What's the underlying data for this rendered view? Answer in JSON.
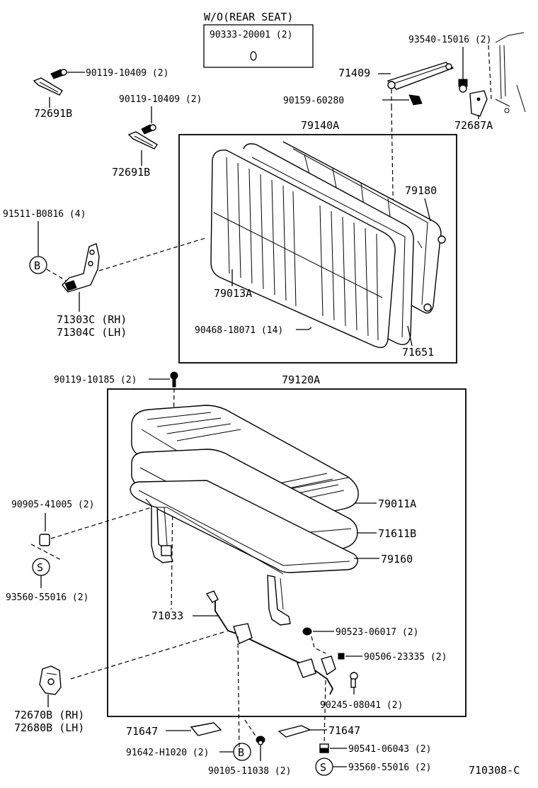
{
  "wo_box": {
    "title": "W/O(REAR SEAT)",
    "part": "90333-20001 (2)"
  },
  "groups": {
    "seatback": "79140A",
    "cushion": "79120A"
  },
  "labels": {
    "p90119_10409_a": "90119-10409 (2)",
    "p72691b_a": "72691B",
    "p90119_10409_b": "90119-10409 (2)",
    "p72691b_b": "72691B",
    "p93540_15016": "93540-15016 (2)",
    "p71409": "71409",
    "p90159_60280": "90159-60280",
    "p72687a": "72687A",
    "p79180": "79180",
    "p91511_b0816": "91511-B0816 (4)",
    "p71303c": "71303C (RH)",
    "p71304c": "71304C (LH)",
    "p79013a": "79013A",
    "p90468_18071": "90468-18071 (14)",
    "p71651": "71651",
    "p90119_10185": "90119-10185 (2)",
    "p90905_41005": "90905-41005 (2)",
    "p93560_55016_a": "93560-55016 (2)",
    "p79011a": "79011A",
    "p71611b": "71611B",
    "p79160": "79160",
    "p71033": "71033",
    "p90523_06017": "90523-06017 (2)",
    "p90506_23335": "90506-23335 (2)",
    "p90245_08041": "90245-08041 (2)",
    "p72670b": "72670B (RH)",
    "p72680b": "72680B (LH)",
    "p71647_a": "71647",
    "p71647_b": "71647",
    "p91642_h1020": "91642-H1020 (2)",
    "p90105_11038": "90105-11038 (2)",
    "p90541_06043": "90541-06043 (2)",
    "p93560_55016_b": "93560-55016 (2)"
  },
  "markers": {
    "b": "B",
    "s": "S"
  },
  "drawing_code": "710308-C"
}
